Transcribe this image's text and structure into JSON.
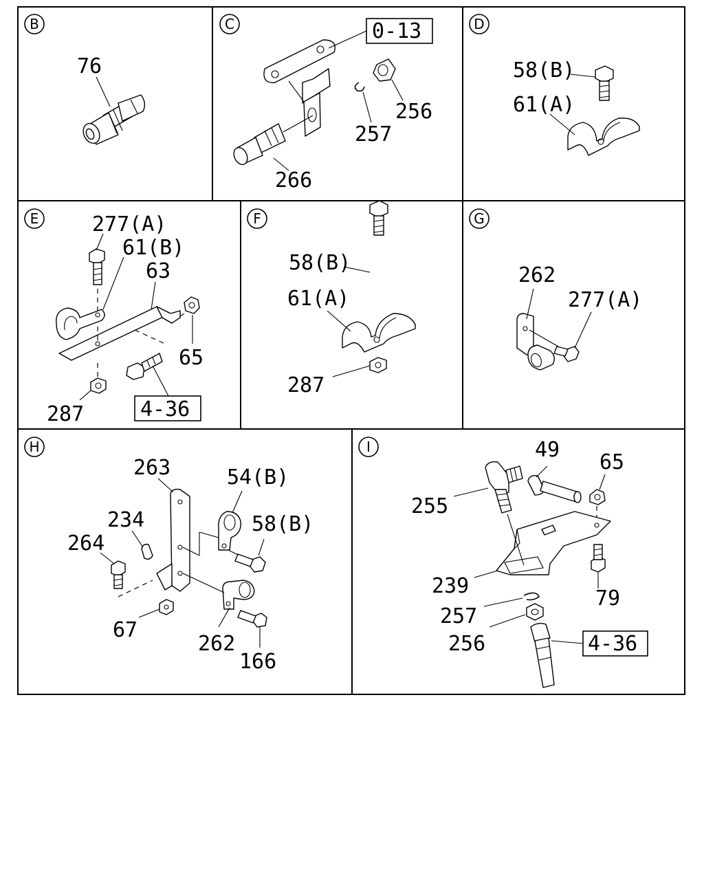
{
  "panels": [
    {
      "letter": "B",
      "labels": {
        "p76": "76"
      }
    },
    {
      "letter": "C",
      "labels": {
        "p266": "266",
        "p257": "257",
        "p256": "256"
      },
      "ref": "0-13"
    },
    {
      "letter": "D",
      "labels": {
        "p58b": "58(B)",
        "p61a": "61(A)"
      }
    },
    {
      "letter": "E",
      "labels": {
        "p277a": "277(A)",
        "p61b": "61(B)",
        "p63": "63",
        "p65": "65",
        "p287": "287"
      },
      "ref": "4-36"
    },
    {
      "letter": "F",
      "labels": {
        "p58b": "58(B)",
        "p61a": "61(A)",
        "p287": "287"
      }
    },
    {
      "letter": "G",
      "labels": {
        "p262": "262",
        "p277a": "277(A)"
      }
    },
    {
      "letter": "H",
      "labels": {
        "p263": "263",
        "p54b": "54(B)",
        "p234": "234",
        "p58b": "58(B)",
        "p264": "264",
        "p67": "67",
        "p262": "262",
        "p166": "166"
      }
    },
    {
      "letter": "I",
      "labels": {
        "p49": "49",
        "p65": "65",
        "p255": "255",
        "p239": "239",
        "p79": "79",
        "p257": "257",
        "p256": "256"
      },
      "ref": "4-36"
    }
  ]
}
